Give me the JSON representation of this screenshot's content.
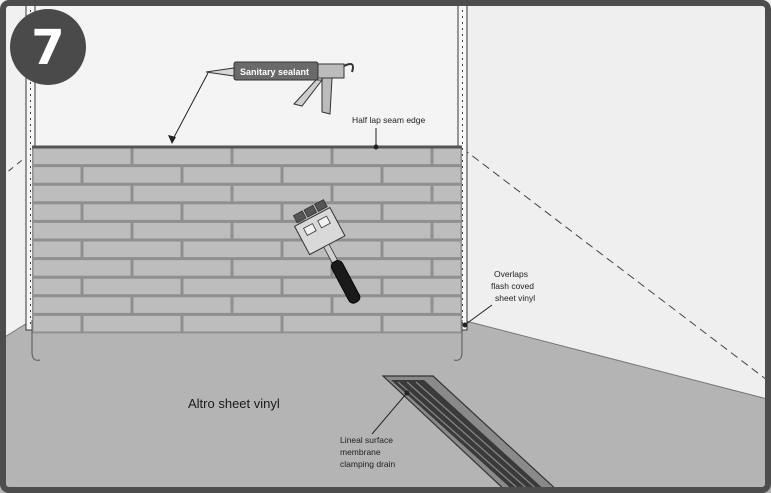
{
  "step": {
    "number": "7"
  },
  "labels": {
    "sealant_gun": "Sanitary sealant",
    "seam_edge": "Half lap seam edge",
    "overlaps": [
      "Overlaps",
      "flash coved",
      "sheet vinyl"
    ],
    "floor": "Altro sheet vinyl",
    "drain": [
      "Lineal surface",
      "membrane",
      "clamping drain"
    ]
  },
  "colors": {
    "frame": "#4d4d4d",
    "badge": "#4a4a4a",
    "wall": "#f1f1f1",
    "floor": "#b4b4b4",
    "tile": "#bdbdbd",
    "grout": "#8f8f8f",
    "tool_handle": "#1a1a1a",
    "tool_pad": "#555555"
  },
  "icons": {
    "gun": "caulking-gun-icon",
    "roller": "seam-roller-icon",
    "drain": "linear-drain-icon"
  }
}
